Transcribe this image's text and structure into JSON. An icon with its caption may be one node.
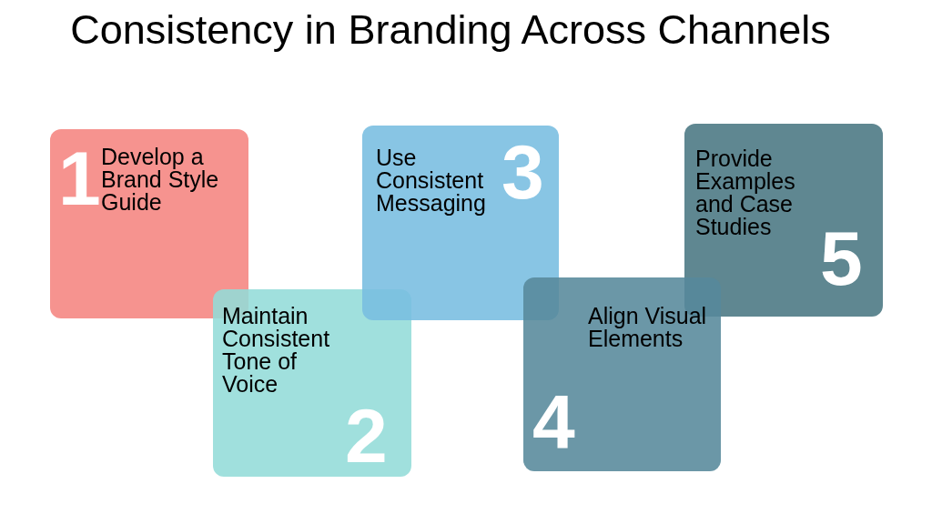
{
  "diagram": {
    "title": "Consistency in Branding Across Channels",
    "nodes": [
      {
        "text": [
          "1",
          "Develop a Brand Style Guide"
        ]
      },
      {
        "text": [
          "Maintain Consistent Tone of Voice",
          "2"
        ]
      },
      {
        "text": [
          "Use Consistent Messaging",
          "3"
        ]
      },
      {
        "text": [
          "Align Visual Elements",
          "4"
        ]
      },
      {
        "text": [
          "Provide Examples and Case Studies",
          "5"
        ]
      }
    ]
  }
}
